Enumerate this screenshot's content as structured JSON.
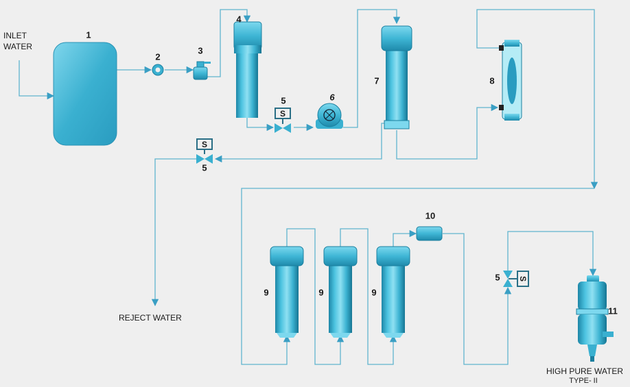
{
  "labels": {
    "inlet_water": [
      "INLET",
      "WATER"
    ],
    "reject_water": "REJECT WATER",
    "output": [
      "HIGH PURE WATER",
      "TYPE- II"
    ],
    "valve_symbol": "S",
    "n1": "1",
    "n2": "2",
    "n3": "3",
    "n4": "4",
    "n5a": "5",
    "n5b": "5",
    "n5c": "5",
    "n6": "6",
    "n7": "7",
    "n8": "8",
    "n9a": "9",
    "n9b": "9",
    "n9c": "9",
    "n10": "10",
    "n11": "11"
  },
  "colors": {
    "background": "#efefef",
    "pipe": "#5fb4ce",
    "component_light": "#8fe0f2",
    "component_mid": "#3cb3d2",
    "component_dark": "#1b7f9f",
    "arrow": "#3a9fc4",
    "valve_frame": "#2a6f86",
    "connector": "#222222"
  }
}
